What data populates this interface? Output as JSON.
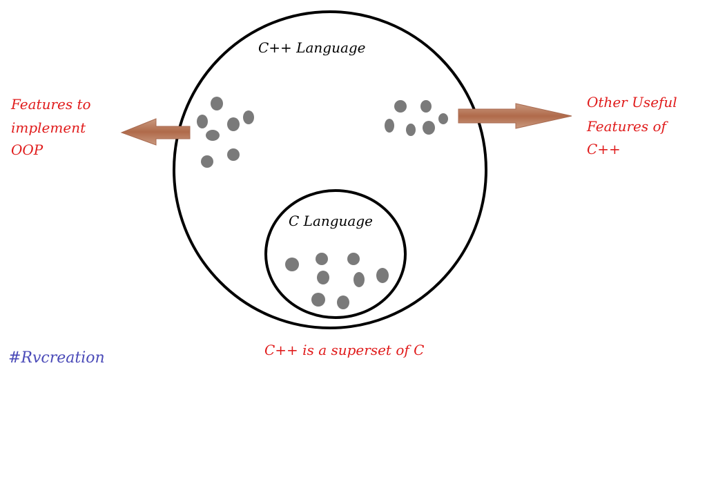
{
  "outer_circle_label": "C++ Language",
  "inner_circle_label": "C Language",
  "left_annotation": {
    "lines": [
      "Features to",
      "implement",
      "OOP"
    ]
  },
  "right_annotation": {
    "lines": [
      "Other Useful",
      "Features of",
      "C++"
    ]
  },
  "caption": "C++ is a superset of C",
  "watermark": "#Rvcreation",
  "colors": {
    "circle_stroke": "#000000",
    "dot": "#7a7a7a",
    "arrow": "#b8775a",
    "annotation_text": "#e01b1b",
    "watermark_text": "#4a4ab8"
  }
}
